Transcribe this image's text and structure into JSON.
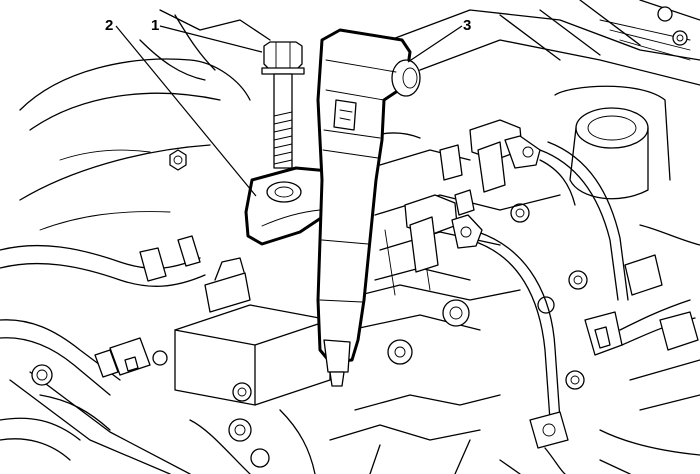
{
  "figure": {
    "callouts": [
      {
        "number": "1",
        "part": "bolt"
      },
      {
        "number": "2",
        "part": "hold-down-clamp"
      },
      {
        "number": "3",
        "part": "fuel-injector"
      }
    ]
  }
}
